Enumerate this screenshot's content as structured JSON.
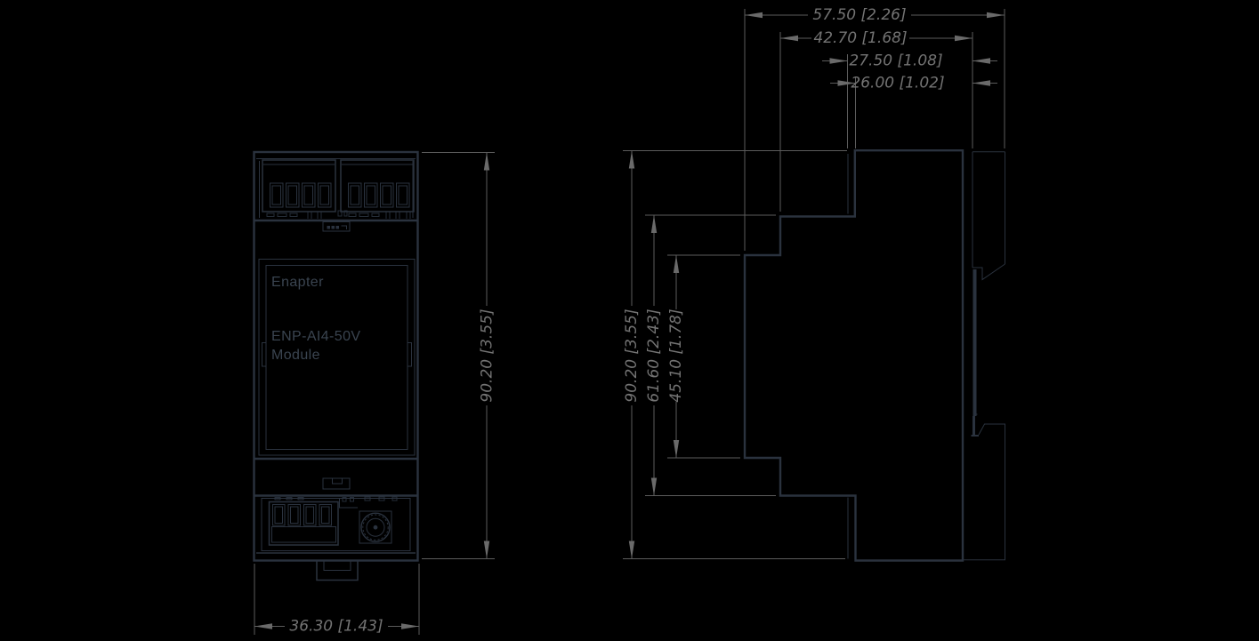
{
  "front_view": {
    "brand": "Enapter",
    "model": "ENP-AI4-50V",
    "model_suffix": "Module",
    "height_dim": "90.20 [3.55]",
    "width_dim": "36.30 [1.43]"
  },
  "side_view": {
    "height_dim": "90.20 [3.55]",
    "upper_height_dim": "61.60 [2.43]",
    "inner_height_dim": "45.10 [1.78]",
    "depth_total_dim": "57.50 [2.26]",
    "depth_body_dim": "42.70 [1.68]",
    "depth_front_dim": "27.50 [1.08]",
    "depth_inner_dim": "26.00 [1.02]"
  },
  "colors": {
    "background": "#000000",
    "module_outline": "#2a323e",
    "module_text": "#3a4450",
    "dimension_lines": "#5c5c5c",
    "dimension_text": "#737373"
  }
}
